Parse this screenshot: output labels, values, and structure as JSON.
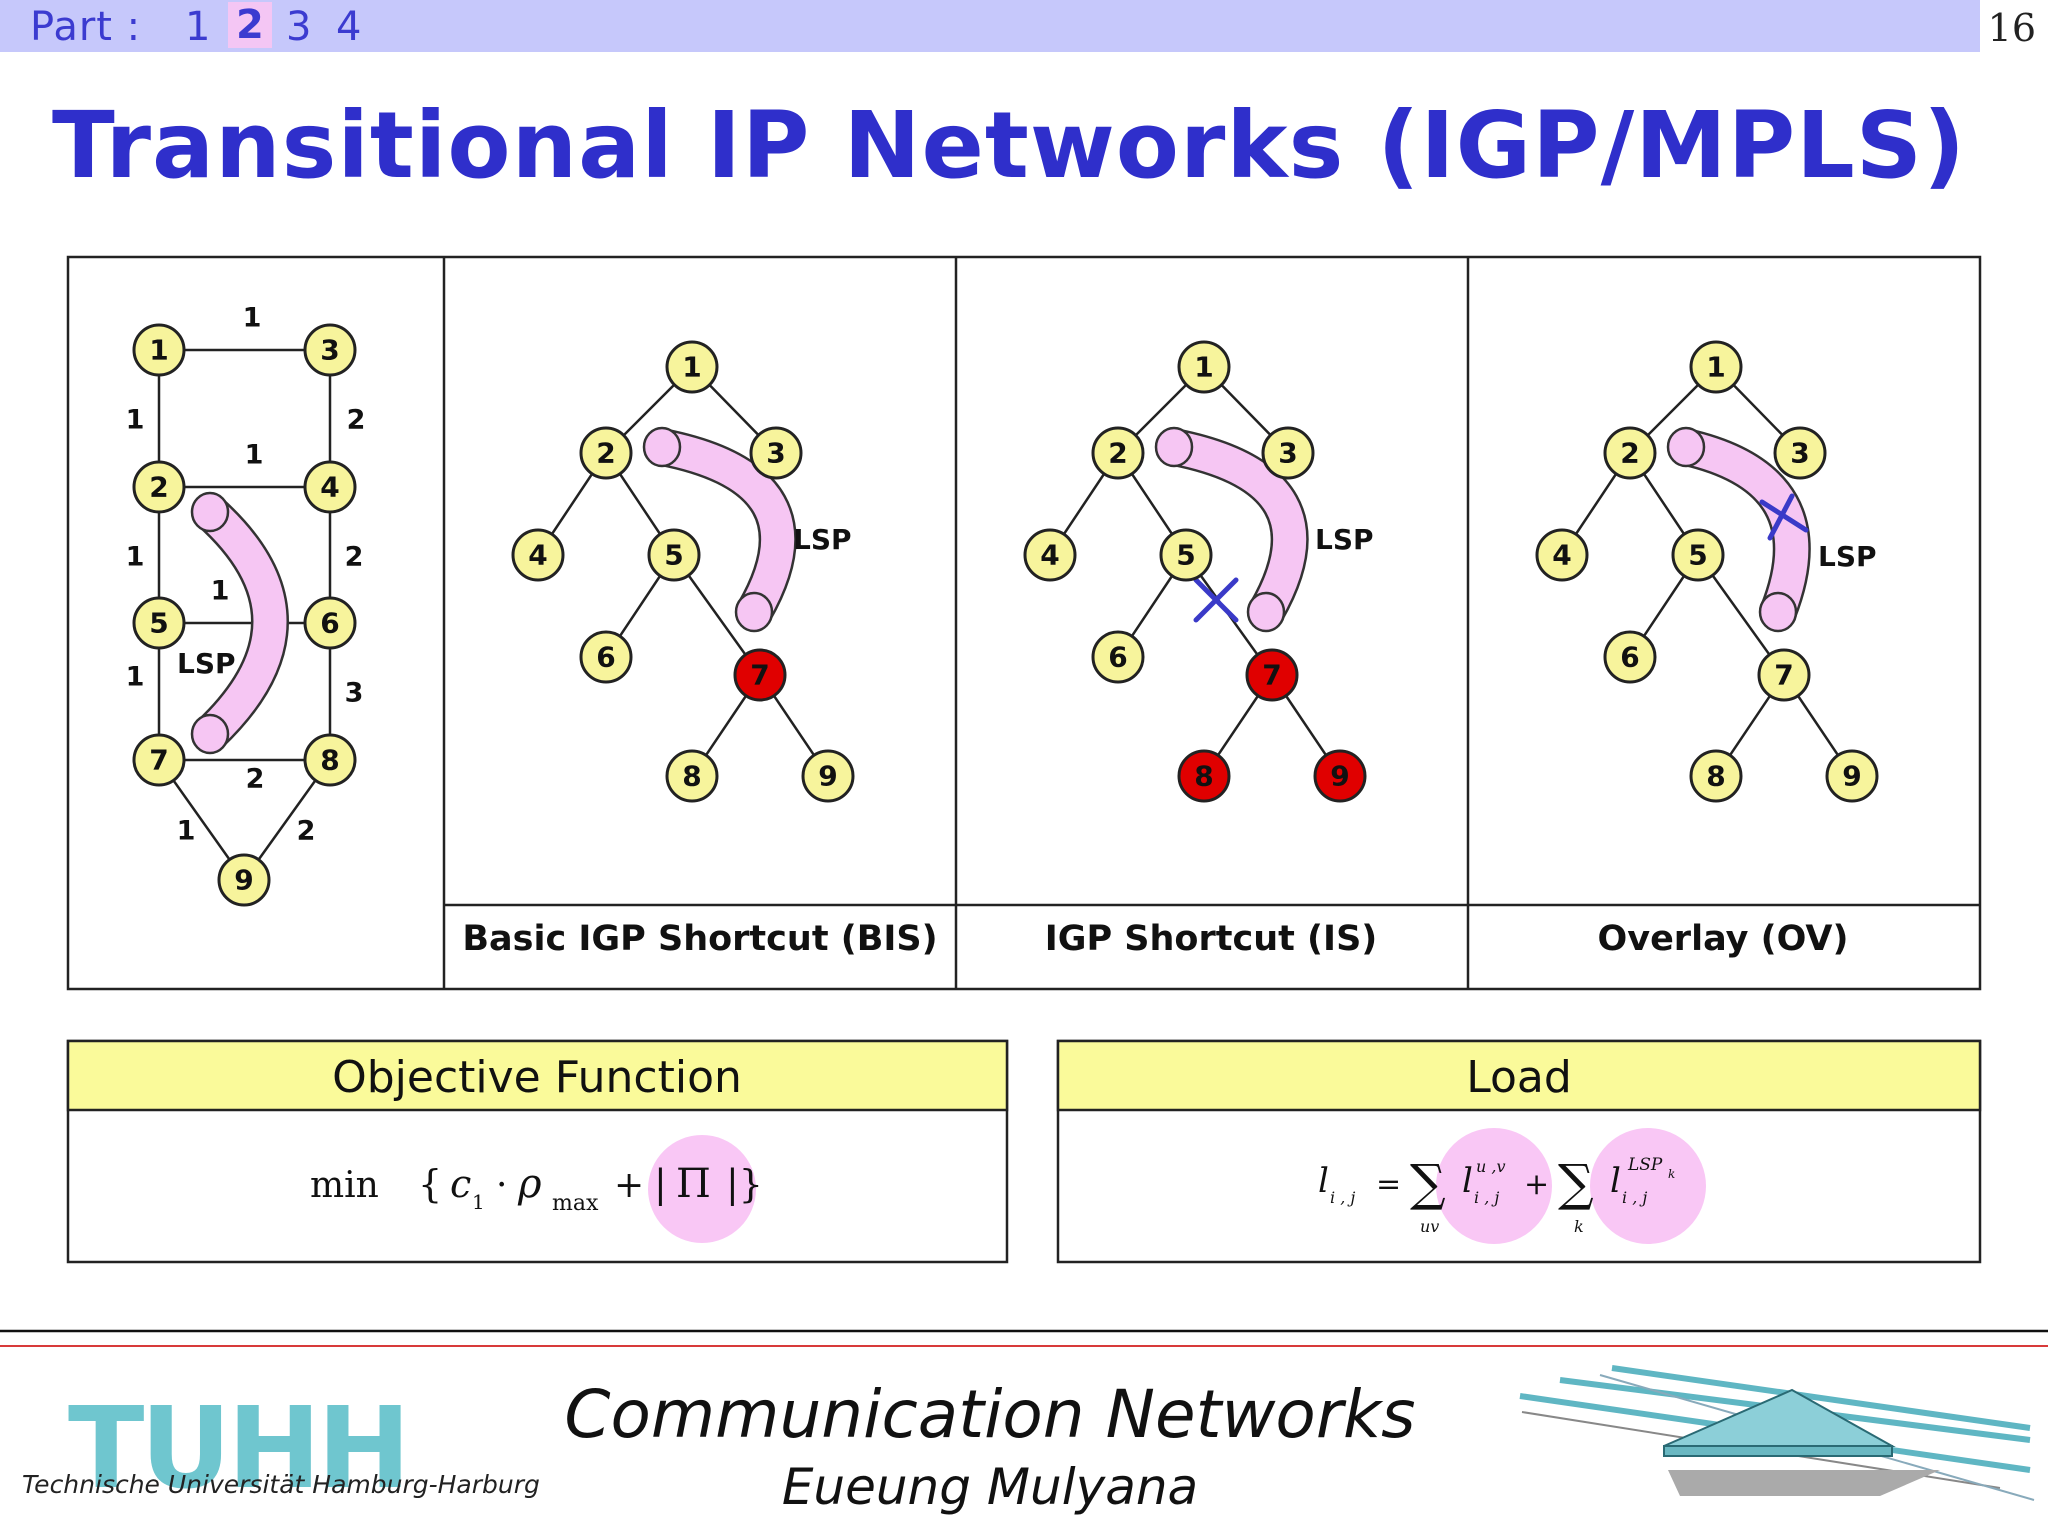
{
  "header": {
    "part_label": "Part :",
    "parts": [
      "1",
      "2",
      "3",
      "4"
    ],
    "active_part": "2",
    "page_number": "16"
  },
  "title": "Transitional IP Networks (IGP/MPLS)",
  "network": {
    "lsp_label": "LSP",
    "nodes": [
      "1",
      "2",
      "3",
      "4",
      "5",
      "6",
      "7",
      "8",
      "9"
    ],
    "link_weights": [
      "1",
      "1",
      "2",
      "1",
      "1",
      "2",
      "1",
      "1",
      "3",
      "2",
      "1",
      "2"
    ]
  },
  "schemes": [
    {
      "caption": "Basic IGP Shortcut (BIS)"
    },
    {
      "caption": "IGP Shortcut (IS)"
    },
    {
      "caption": "Overlay (OV)"
    }
  ],
  "objective": {
    "title": "Objective Function",
    "min": "min",
    "c1": "c",
    "c1_sub": "1",
    "rho": "ρ",
    "rho_sub": "max",
    "pi": "Π"
  },
  "load": {
    "title": "Load",
    "l": "l",
    "ij": "i , j",
    "uv_sup": "u ,v",
    "sum_uv": "uv",
    "sum_k": "k",
    "lsp_sup": "LSP",
    "k_sup": "k"
  },
  "footer": {
    "course": "Communication Networks",
    "author": "Eueung Mulyana",
    "logo": "TUHH",
    "logo_sub": "Technische Universität Hamburg-Harburg"
  },
  "colors": {
    "title_blue": "#2f2fcb",
    "topbar": "#c6c8fb",
    "node_yellow": "#f7f49c",
    "node_red": "#e00000",
    "lsp_pink": "#f6c6f3",
    "cross_blue": "#3a3ac8",
    "box_yellow": "#fafa9a",
    "logo_teal": "#6fc6cf"
  }
}
